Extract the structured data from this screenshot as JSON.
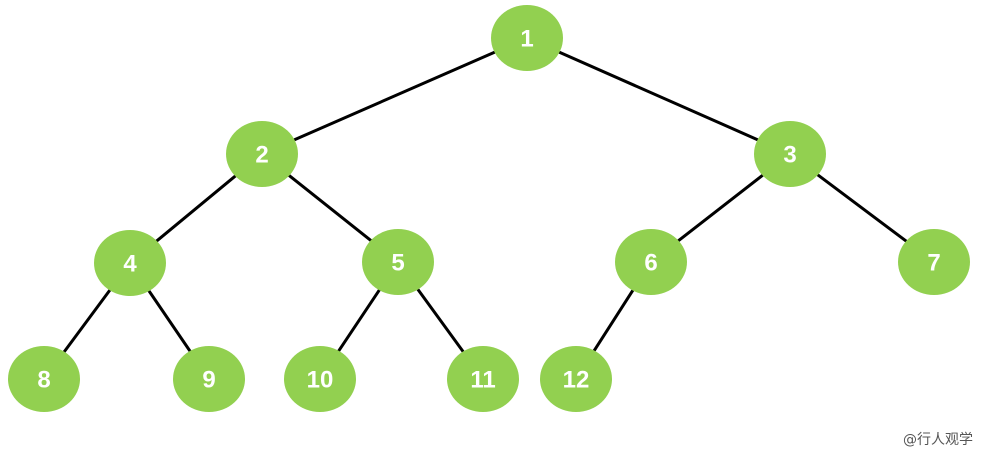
{
  "tree": {
    "nodes": [
      {
        "id": "1",
        "label": "1"
      },
      {
        "id": "2",
        "label": "2"
      },
      {
        "id": "3",
        "label": "3"
      },
      {
        "id": "4",
        "label": "4"
      },
      {
        "id": "5",
        "label": "5"
      },
      {
        "id": "6",
        "label": "6"
      },
      {
        "id": "7",
        "label": "7"
      },
      {
        "id": "8",
        "label": "8"
      },
      {
        "id": "9",
        "label": "9"
      },
      {
        "id": "10",
        "label": "10"
      },
      {
        "id": "11",
        "label": "11"
      },
      {
        "id": "12",
        "label": "12"
      }
    ],
    "edges": [
      [
        "1",
        "2"
      ],
      [
        "1",
        "3"
      ],
      [
        "2",
        "4"
      ],
      [
        "2",
        "5"
      ],
      [
        "3",
        "6"
      ],
      [
        "3",
        "7"
      ],
      [
        "4",
        "8"
      ],
      [
        "4",
        "9"
      ],
      [
        "5",
        "10"
      ],
      [
        "5",
        "11"
      ],
      [
        "6",
        "12"
      ]
    ],
    "node_color": "#92d050",
    "edge_color": "#000000",
    "label_color": "#ffffff"
  },
  "watermark": "@行人观学"
}
